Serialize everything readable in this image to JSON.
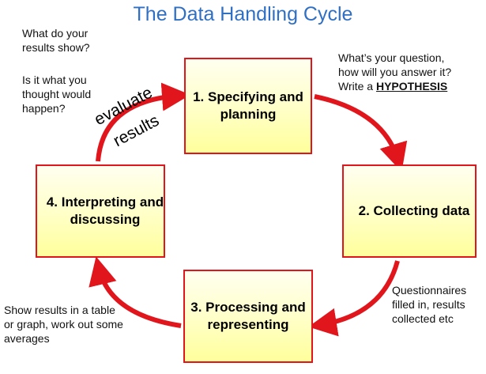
{
  "title": "The Data Handling Cycle",
  "steps": [
    {
      "label": "1. Specifying and\nplanning"
    },
    {
      "label": "2. Collecting data"
    },
    {
      "label": "3. Processing and\nrepresenting"
    },
    {
      "label": "4. Interpreting and\ndiscussing"
    }
  ],
  "notes": {
    "top_left_1": "What do your\nresults show?",
    "top_left_2": "Is it what you\nthought would\nhappen?",
    "top_right_1": "What’s your question,\nhow will you answer it?\nWrite a ",
    "top_right_hypothesis": "HYPOTHESIS",
    "bottom_right": "Questionnaires\nfilled in, results\ncollected etc",
    "bottom_left": "Show results in a table\nor graph, work out some\naverages"
  },
  "arrow_label": {
    "line1": "evaluate",
    "line2": "results"
  },
  "colors": {
    "title": "#2f6fc4",
    "arrow": "#e0161c",
    "box_border": "#e0161c",
    "box_fill": "#ffffc6"
  }
}
